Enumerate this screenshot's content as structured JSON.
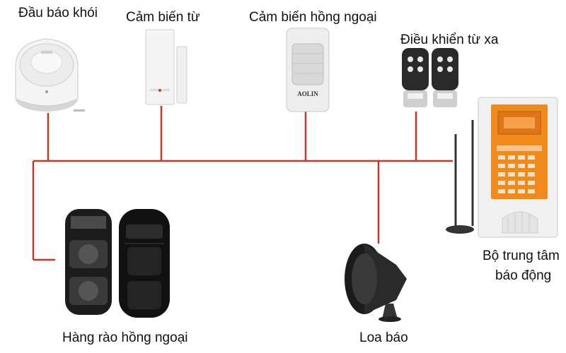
{
  "colors": {
    "wire": "#c0392b",
    "panel_orange": "#f08a1c",
    "device_white": "#f2f2f2",
    "device_black": "#1a1a1a"
  },
  "devices": {
    "smoke_detector": {
      "label": "Đầu báo khói",
      "icon": "smoke-detector-icon"
    },
    "magnetic_sensor": {
      "label": "Cảm biến từ",
      "icon": "door-magnetic-sensor-icon"
    },
    "pir_sensor": {
      "label": "Cảm biến hồng ngoại",
      "icon": "pir-motion-sensor-icon",
      "brand": "AOLIN"
    },
    "remote": {
      "label": "Điều khiển từ xa",
      "icon": "remote-keyfob-icon"
    },
    "control_panel": {
      "label_line1": "Bộ trung tâm",
      "label_line2": "báo động",
      "icon": "alarm-control-panel-icon"
    },
    "beam_fence": {
      "label": "Hàng rào hồng ngoại",
      "icon": "infrared-beam-fence-icon"
    },
    "siren": {
      "label": "Loa báo",
      "icon": "siren-horn-icon"
    }
  }
}
